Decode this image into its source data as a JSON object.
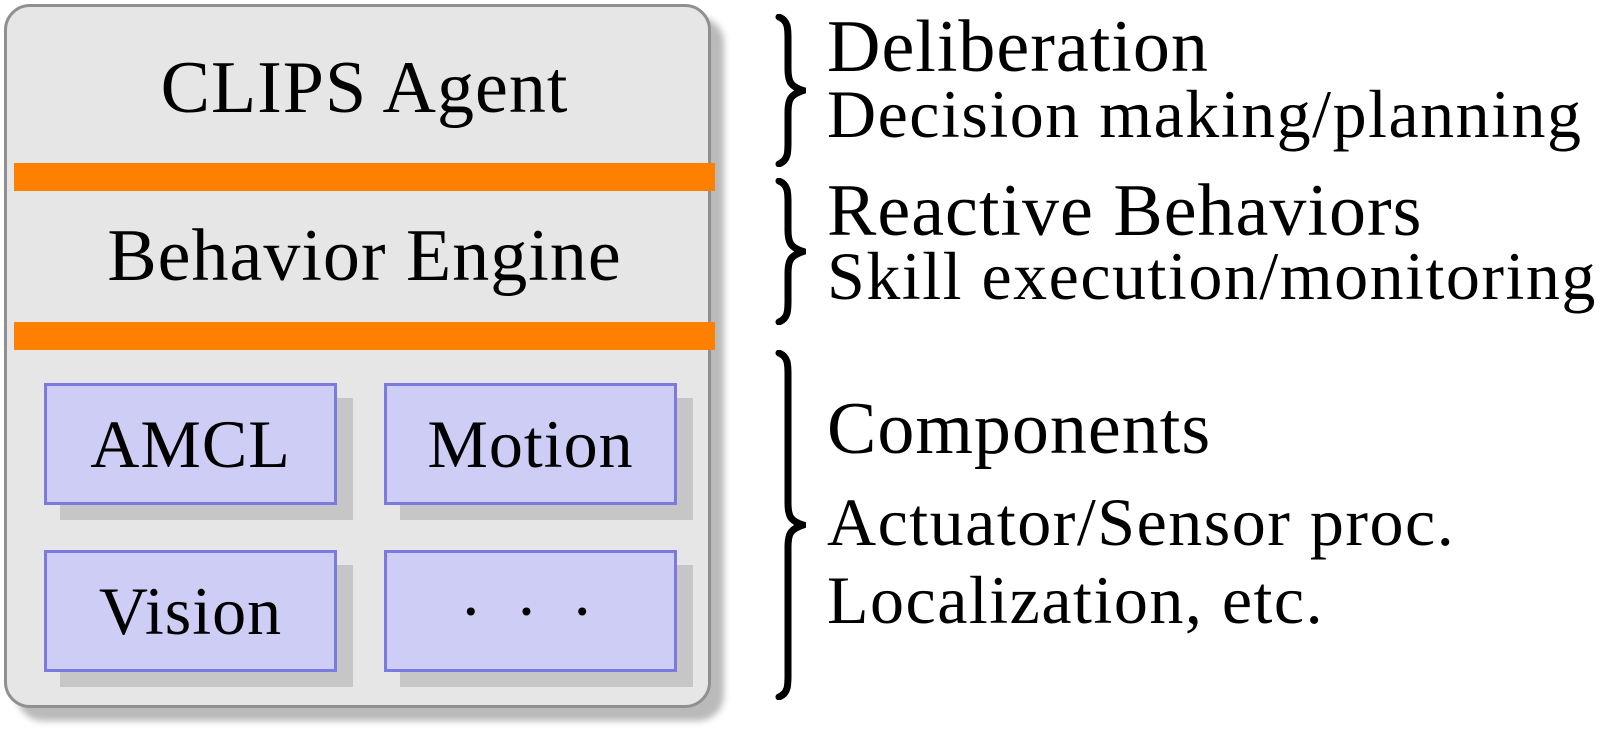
{
  "diagram": {
    "stack": {
      "agent_label": "CLIPS Agent",
      "engine_label": "Behavior Engine",
      "components": [
        {
          "label": "AMCL"
        },
        {
          "label": "Motion"
        },
        {
          "label": "Vision"
        },
        {
          "label": "· · ·"
        }
      ]
    },
    "annotations": [
      {
        "title": "Deliberation",
        "lines": [
          "Decision making/planning"
        ]
      },
      {
        "title": "Reactive Behaviors",
        "lines": [
          "Skill execution/monitoring"
        ]
      },
      {
        "title": "Components",
        "lines": [
          "Actuator/Sensor proc.",
          "Localization, etc."
        ]
      }
    ],
    "colors": {
      "orange": "#ff8000",
      "panel_bg": "#e6e6e6",
      "panel_border": "#909090",
      "box_bg": "#cdcdf5",
      "box_border": "#7a7ae1",
      "box_shadow": "#c6c6c6",
      "panel_shadow": "#bababa",
      "text": "#000000"
    }
  }
}
